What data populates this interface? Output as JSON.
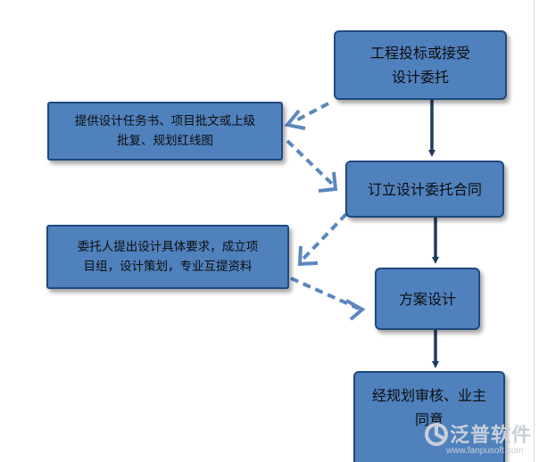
{
  "flow": {
    "steps": [
      {
        "label": "工程投标或接受\n设计委托"
      },
      {
        "label": "订立设计委托合同"
      },
      {
        "label": "方案设计"
      },
      {
        "label": "经规划审核、业主\n同意"
      }
    ],
    "inputs": [
      {
        "label": "提供设计任务书、项目批文或上级\n批复、规划红线图"
      },
      {
        "label": "委托人提出设计具体要求，成立项\n目组，设计策划，专业互提资料"
      }
    ]
  },
  "watermark": {
    "brand": "泛普软件",
    "url": "www.fanpusoft.com"
  },
  "colors": {
    "box_fill": "#4f81bd",
    "box_border": "#1f497d",
    "arrow": "#1f3864",
    "dashed_arrow": "#4f81bd"
  }
}
